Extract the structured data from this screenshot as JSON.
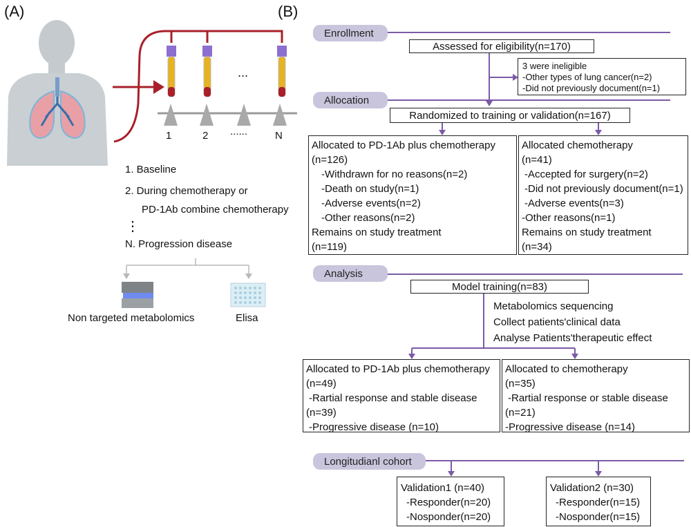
{
  "panelA": {
    "label": "(A)",
    "timepoints": [
      "1",
      "2",
      "......",
      "N"
    ],
    "dots": "...",
    "steps": [
      "1.  Baseline",
      "2.  During chemotherapy or",
      "PD-1Ab combine chemotherapy",
      "N. Progression disease"
    ],
    "vdots": "⋮",
    "methods": [
      "Non targeted metabolomics",
      "Elisa"
    ]
  },
  "panelB": {
    "label": "(B)",
    "stages": [
      "Enrollment",
      "Allocation",
      "Analysis",
      "Longitudianl cohort"
    ],
    "assessed": "Assessed for eligibility(n=170)",
    "ineligible": [
      "3 were ineligible",
      "-Other types of lung cancer(n=2)",
      "-Did not previously document(n=1)"
    ],
    "randomized": "Randomized to training or validation(n=167)",
    "alloc_left": [
      "Allocated to PD-1Ab plus chemotherapy",
      "(n=126)",
      "  -Withdrawn for no reasons(n=2)",
      "  -Death on study(n=1)",
      "  -Adverse events(n=2)",
      "  -Other reasons(n=2)",
      " Remains on study treatment",
      "(n=119)"
    ],
    "alloc_right": [
      "Allocated chemotherapy",
      "(n=41)",
      " -Accepted for surgery(n=2)",
      " -Did not previously document(n=1)",
      " -Adverse events(n=3)",
      "-Other reasons(n=1)",
      "Remains on study treatment",
      "(n=34)"
    ],
    "model_training": "Model training(n=83)",
    "analysis_notes": [
      "Metabolomics  sequencing",
      "Collect patients'clinical data",
      "Analyse Patients'therapeutic effect"
    ],
    "train_left": [
      "Allocated to PD-1Ab plus chemotherapy",
      "(n=49)",
      " -Rartial response and stable disease",
      "(n=39)",
      " -Progressive disease (n=10)"
    ],
    "train_right": [
      "Allocated to chemotherapy",
      "(n=35)",
      " -Rartial response or stable disease",
      "(n=21)",
      "-Progressive disease (n=14)"
    ],
    "validation1": [
      "Validation1 (n=40)",
      " -Responder(n=20)",
      " -Nosponder(n=20)"
    ],
    "validation2": [
      "Validation2 (n=30)",
      " -Responder(n=15)",
      " -Nosponder(n=15)"
    ]
  },
  "colors": {
    "tag_bg": "#c9c5dc",
    "line_purple": "#7b5aa6",
    "artery_red": "#a8202a",
    "tube_yellow": "#e6b323",
    "cap_purple": "#8c6fd0",
    "triangle_gray": "#a9a9a9"
  }
}
